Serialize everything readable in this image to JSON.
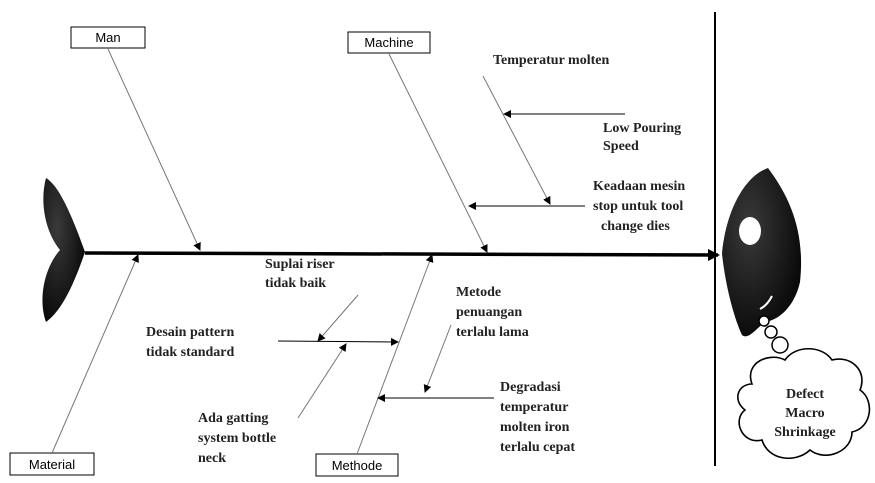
{
  "categories": {
    "man": "Man",
    "machine": "Machine",
    "material": "Material",
    "methode": "Methode"
  },
  "causes": {
    "temperatur_molten": "Temperatur molten",
    "low_pouring": [
      "Low Pouring",
      "Speed"
    ],
    "keadaan_mesin": [
      "Keadaan mesin",
      "stop untuk tool",
      "change dies"
    ],
    "suplai_riser": [
      "Suplai riser",
      "tidak baik"
    ],
    "desain_pattern": [
      "Desain pattern",
      "tidak standard"
    ],
    "metode_penuangan": [
      "Metode",
      "penuangan",
      "terlalu lama"
    ],
    "ada_gatting": [
      "Ada gatting",
      "system bottle",
      "neck"
    ],
    "degradasi": [
      "Degradasi",
      "temperatur",
      "molten iron",
      "terlalu cepat"
    ]
  },
  "effect": [
    "Defect",
    "Macro",
    "Shrinkage"
  ],
  "colors": {
    "line": "#000000",
    "thin_line": "#666666",
    "fish": "#141414"
  }
}
